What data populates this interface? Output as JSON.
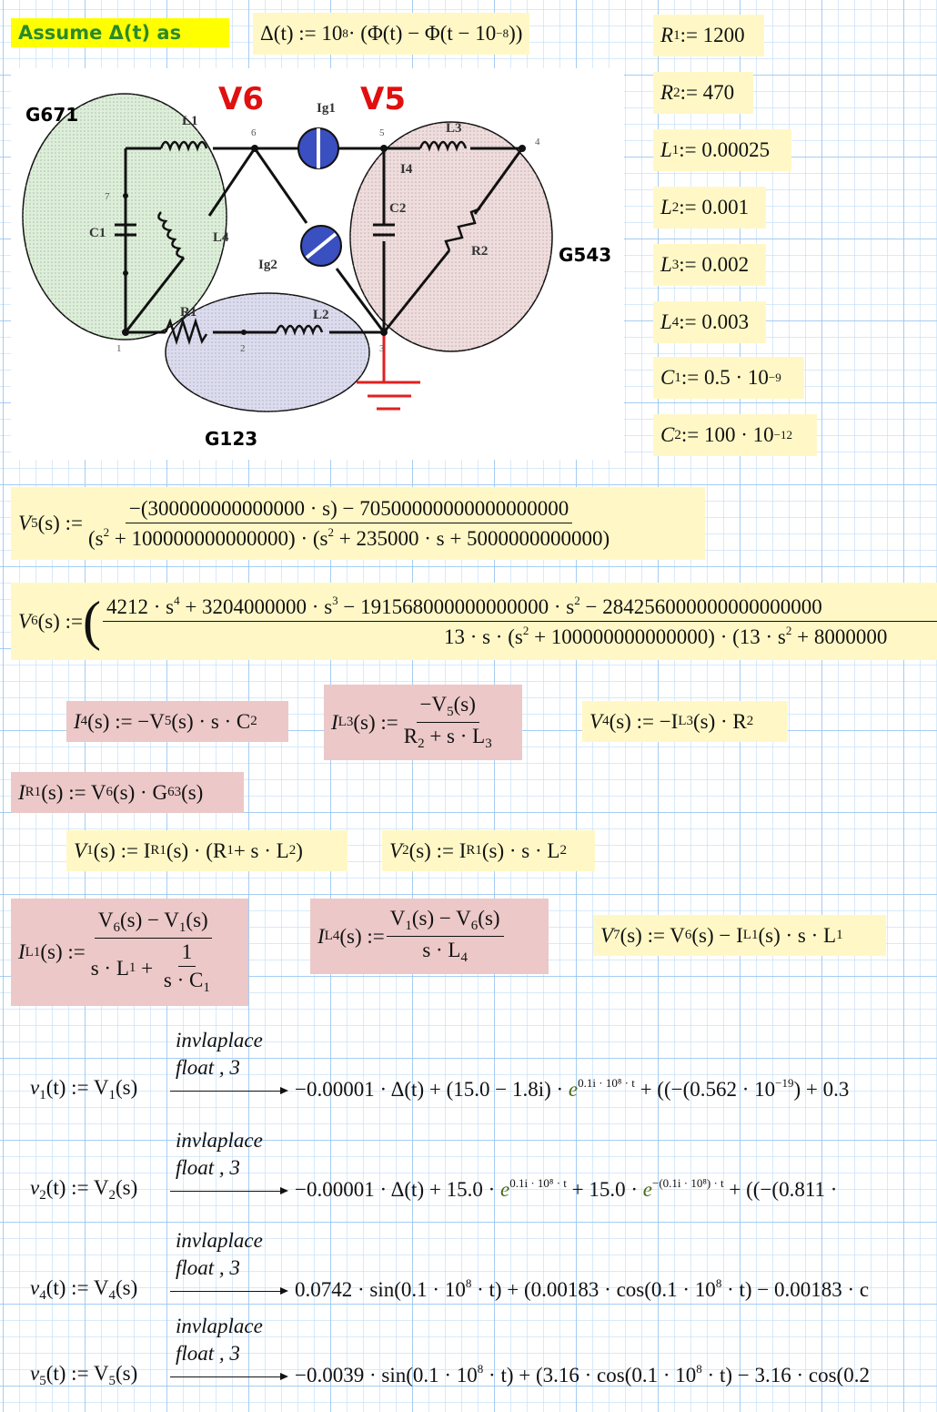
{
  "assume": {
    "label": "Assume  Δ(t)  as"
  },
  "delta_def": {
    "lhs": "Δ(t) := 10",
    "lhs_exp": "8",
    "rhs": " · (Φ(t) − Φ(t − 10",
    "rhs_exp": "−8",
    "tail": "))"
  },
  "params": [
    {
      "name": "R",
      "sub": "1",
      "value": " := 1200",
      "exp": ""
    },
    {
      "name": "R",
      "sub": "2",
      "value": " := 470",
      "exp": ""
    },
    {
      "name": "L",
      "sub": "1",
      "value": " := 0.00025",
      "exp": ""
    },
    {
      "name": "L",
      "sub": "2",
      "value": " := 0.001",
      "exp": ""
    },
    {
      "name": "L",
      "sub": "3",
      "value": " := 0.002",
      "exp": ""
    },
    {
      "name": "L",
      "sub": "4",
      "value": " := 0.003",
      "exp": ""
    },
    {
      "name": "C",
      "sub": "1",
      "value": " := 0.5 · 10",
      "exp": "−9"
    },
    {
      "name": "C",
      "sub": "2",
      "value": " := 100 · 10",
      "exp": "−12"
    }
  ],
  "diagram": {
    "labels": {
      "g671": "G671",
      "g543": "G543",
      "g123": "G123",
      "v6": "V6",
      "v5": "V5",
      "ig1": "Ig1",
      "ig2": "Ig2",
      "i4": "I4",
      "l1": "L1",
      "l2": "L2",
      "l3": "L3",
      "l4": "L4",
      "c1": "C1",
      "c2": "C2",
      "r1": "R1",
      "r2": "R2",
      "n1": "1",
      "n2": "2",
      "n3": "3",
      "n4": "4",
      "n5": "5",
      "n6": "6",
      "n7": "7"
    },
    "colors": {
      "g671": "#dcefd8",
      "g543": "#f0dcdc",
      "g123": "#dcdcf0",
      "source": "#3a4fc0",
      "ground": "#e02020",
      "voltage_label": "#e01010"
    }
  },
  "v5": {
    "lhs": "V",
    "sub": "5",
    "arg": "(s) :=",
    "num": "−(300000000000000 · s) − 70500000000000000000",
    "den_a": "(s",
    "den_b": " + 100000000000000) · (s",
    "den_c": " + 235000 · s + 5000000000000)",
    "sq": "2"
  },
  "v6": {
    "lhs": "V",
    "sub": "6",
    "arg": "(s) :=",
    "num_a": "4212 · s",
    "num_b": " + 3204000000 · s",
    "num_c": " − 191568000000000000 · s",
    "num_d": " − 284256000000000000000",
    "den_a": "13 · s · (s",
    "den_b": " + 100000000000000) · (13 · s",
    "den_c": " + 8000000",
    "e4": "4",
    "e3": "3",
    "e2": "2"
  },
  "i4": {
    "text": "I",
    "sub": "4",
    "rest": "(s) := −V",
    "sub2": "5",
    "rest2": "(s) · s · C",
    "sub3": "2"
  },
  "il3": {
    "lhs": "I",
    "sub": "L3",
    "arg": "(s) :=",
    "num": "−V",
    "num_sub": "5",
    "num_rest": "(s)",
    "den": "R",
    "den_sub": "2",
    "den_rest": " + s · L",
    "den_sub2": "3"
  },
  "v4": {
    "text": "V",
    "sub": "4",
    "rest": "(s) := −I",
    "sub2": "L3",
    "rest2": "(s) · R",
    "sub3": "2"
  },
  "ir1": {
    "text": "I",
    "sub": "R1",
    "rest": "(s) := V",
    "sub2": "6",
    "rest2": "(s) · G",
    "sub3": "63",
    "rest3": "(s)"
  },
  "v1": {
    "text": "V",
    "sub": "1",
    "rest": "(s) := I",
    "sub2": "R1",
    "rest2": "(s) · (R",
    "sub3": "1",
    "rest3": " + s · L",
    "sub4": "2",
    "rest4": ")"
  },
  "v2": {
    "text": "V",
    "sub": "2",
    "rest": "(s) := I",
    "sub2": "R1",
    "rest2": "(s) · s · L",
    "sub3": "2"
  },
  "il1": {
    "lhs": "I",
    "sub": "L1",
    "arg": "(s) :=",
    "num": "V",
    "n_sub": "6",
    "num_mid": "(s) − V",
    "n_sub2": "1",
    "num_end": "(s)",
    "den_a": "s · L",
    "d_sub": "1",
    "den_b": " + ",
    "inner_num": "1",
    "inner_den": "s · C",
    "i_sub": "1"
  },
  "il4": {
    "lhs": "I",
    "sub": "L4",
    "arg": "(s) :=",
    "num": "V",
    "n_sub": "1",
    "num_mid": "(s) − V",
    "n_sub2": "6",
    "num_end": "(s)",
    "den": "s · L",
    "d_sub": "4"
  },
  "v7": {
    "text": "V",
    "sub": "7",
    "rest": "(s) := V",
    "sub2": "6",
    "rest2": "(s) − I",
    "sub3": "L1",
    "rest3": "(s) · s · L",
    "sub4": "1"
  },
  "inverse": {
    "keyword": "invlaplace",
    "modifier": "float , 3"
  },
  "results": [
    {
      "lhs": "v",
      "sub": "1",
      "mid": "(t) := V",
      "sub2": "1",
      "end": "(s)",
      "r1": "−0.00001 · Δ(t) + (15.0 − 1.8i) · ",
      "e1": "e",
      "x1": "0.1i · 10⁸ · t",
      "r2": " + ((−(0.562 · 10",
      "x2": "−19",
      "r3": ") + 0.3"
    },
    {
      "lhs": "v",
      "sub": "2",
      "mid": "(t) := V",
      "sub2": "2",
      "end": "(s)",
      "r1": "−0.00001 · Δ(t) + 15.0 · ",
      "e1": "e",
      "x1": "0.1i · 10⁸ · t",
      "r2": " + 15.0 · ",
      "e2": "e",
      "x2": "−(0.1i · 10⁸) · t",
      "r3": " + ((−(0.811 ·"
    },
    {
      "lhs": "v",
      "sub": "4",
      "mid": "(t) := V",
      "sub2": "4",
      "end": "(s)",
      "r1": "0.0742 · sin(0.1 · 10",
      "x1": "8",
      "r2": " · t) + (0.00183 · cos(0.1 · 10",
      "x2": "8",
      "r3": " · t) − 0.00183 · c"
    },
    {
      "lhs": "v",
      "sub": "5",
      "mid": "(t) := V",
      "sub2": "5",
      "end": "(s)",
      "r1": "−0.0039 · sin(0.1 · 10",
      "x1": "8",
      "r2": " · t) + (3.16 · cos(0.1 · 10",
      "x2": "8",
      "r3": " · t) − 3.16 · cos(0.2"
    }
  ]
}
